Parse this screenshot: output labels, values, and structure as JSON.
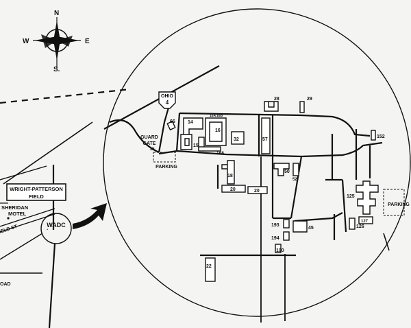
{
  "compass": {
    "north": "N",
    "south": "S.",
    "east": "E",
    "west": "W"
  },
  "overview": {
    "field_label_line1": "WRIGHT-PATTERSON",
    "field_label_line2": "FIELD",
    "motel_line1": "SHERIDAN",
    "motel_line2": "MOTEL",
    "street_fragment": "IELD ST",
    "road_fragment": "OAD",
    "wadc": "WADC"
  },
  "inset": {
    "route_state": "OHIO",
    "route_number": "4",
    "guard_gate_line1": "GUARD",
    "guard_gate_line2": "GATE",
    "guard_gate_number": "15",
    "parking_left": "PARKING",
    "parking_right": "PARKING",
    "buildings": {
      "b14": "14",
      "b15": "15",
      "b16": "16",
      "b16a": "16A",
      "b16b": "16B",
      "b18": "18",
      "b20a": "20",
      "b20b": "20",
      "b22": "22",
      "b28": "28",
      "b29": "29",
      "b32": "32",
      "b45": "45",
      "b50": "50",
      "b52": "52",
      "b57": "57",
      "b66": "66",
      "b125": "125",
      "b126": "126",
      "b127": "127",
      "b152": "152",
      "b168": "168",
      "b190": "190",
      "b193": "193",
      "b194": "194"
    }
  },
  "colors": {
    "paper": "#f4f4f2",
    "ink": "#111111"
  }
}
